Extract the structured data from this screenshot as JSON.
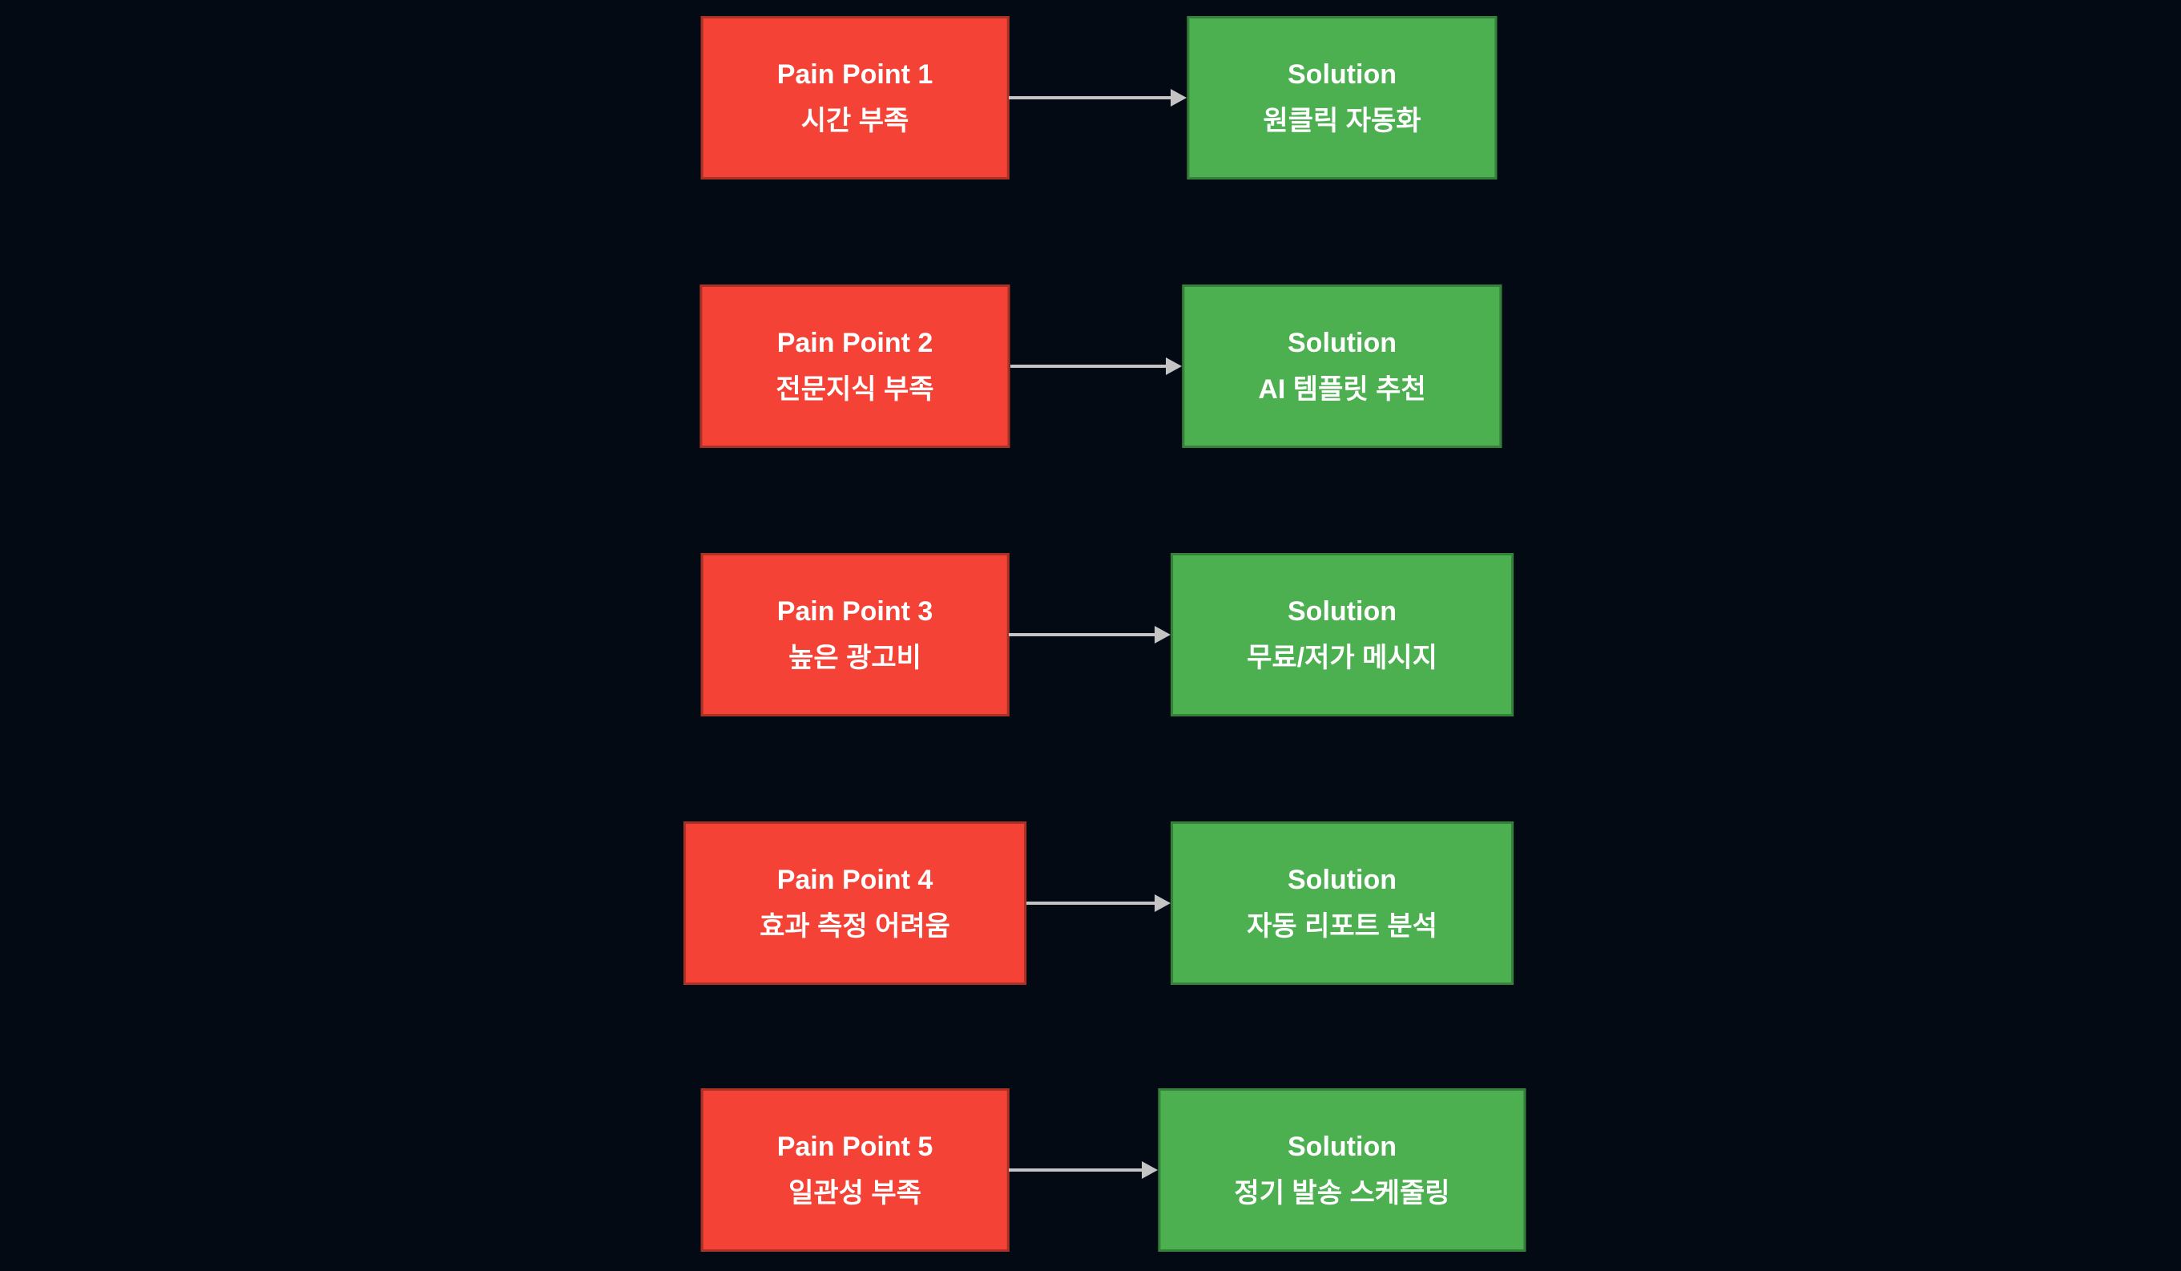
{
  "colors": {
    "background": "#040a14",
    "pain_fill": "#f44336",
    "pain_border": "#a93226",
    "solution_fill": "#4caf50",
    "solution_border": "#35803a",
    "arrow": "#c4c4c4",
    "text": "#ffffff"
  },
  "rows": [
    {
      "pain": {
        "title": "Pain Point 1",
        "subtitle": "시간 부족"
      },
      "solution": {
        "title": "Solution",
        "subtitle": "원클릭 자동화"
      }
    },
    {
      "pain": {
        "title": "Pain Point 2",
        "subtitle": "전문지식 부족"
      },
      "solution": {
        "title": "Solution",
        "subtitle": "AI 템플릿 추천"
      }
    },
    {
      "pain": {
        "title": "Pain Point 3",
        "subtitle": "높은 광고비"
      },
      "solution": {
        "title": "Solution",
        "subtitle": "무료/저가 메시지"
      }
    },
    {
      "pain": {
        "title": "Pain Point 4",
        "subtitle": "효과 측정 어려움"
      },
      "solution": {
        "title": "Solution",
        "subtitle": "자동 리포트 분석"
      }
    },
    {
      "pain": {
        "title": "Pain Point 5",
        "subtitle": "일관성 부족"
      },
      "solution": {
        "title": "Solution",
        "subtitle": "정기 발송 스케줄링"
      }
    }
  ]
}
